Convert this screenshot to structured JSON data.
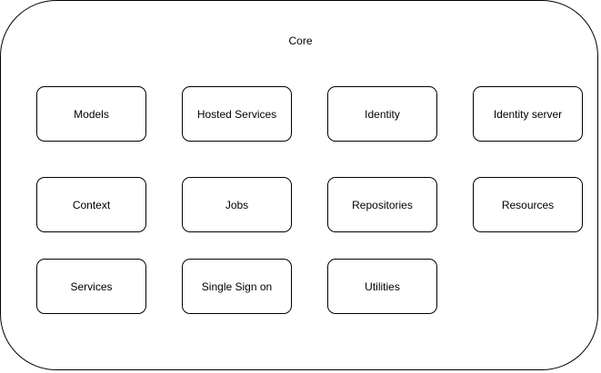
{
  "container": {
    "title": "Core"
  },
  "nodes": [
    "Models",
    "Hosted Services",
    "Identity",
    "Identity server",
    "Context",
    "Jobs",
    "Repositories",
    "Resources",
    "Services",
    "Single Sign on",
    "Utilities"
  ],
  "colors": {
    "stroke": "#000000",
    "fill": "#ffffff",
    "text": "#000000"
  }
}
